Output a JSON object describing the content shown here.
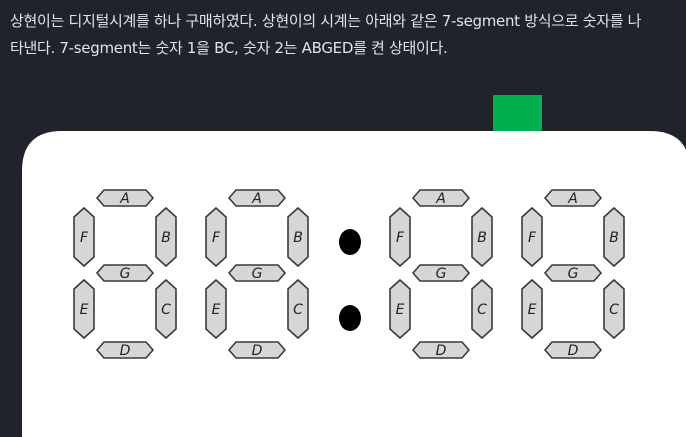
{
  "problem": {
    "line1": "상현이는 디지털시계를 하나 구매하였다. 상현이의 시계는 아래와 같은 7-segment 방식으로 숫자를 나",
    "line2": "타낸다. 7-segment는 숫자 1을 BC, 숫자 2는 ABGED를 켠 상태이다."
  },
  "segment_labels": {
    "a": "A",
    "b": "B",
    "c": "C",
    "d": "D",
    "e": "E",
    "f": "F",
    "g": "G"
  },
  "colors": {
    "page_bg": "#202329",
    "text": "#dfe3ee",
    "clock_face": "#ffffff",
    "segment_fill": "#d6d6d6",
    "segment_stroke": "#3a3a3a",
    "colon_dot": "#000000",
    "tab_green": "#00b04f"
  }
}
